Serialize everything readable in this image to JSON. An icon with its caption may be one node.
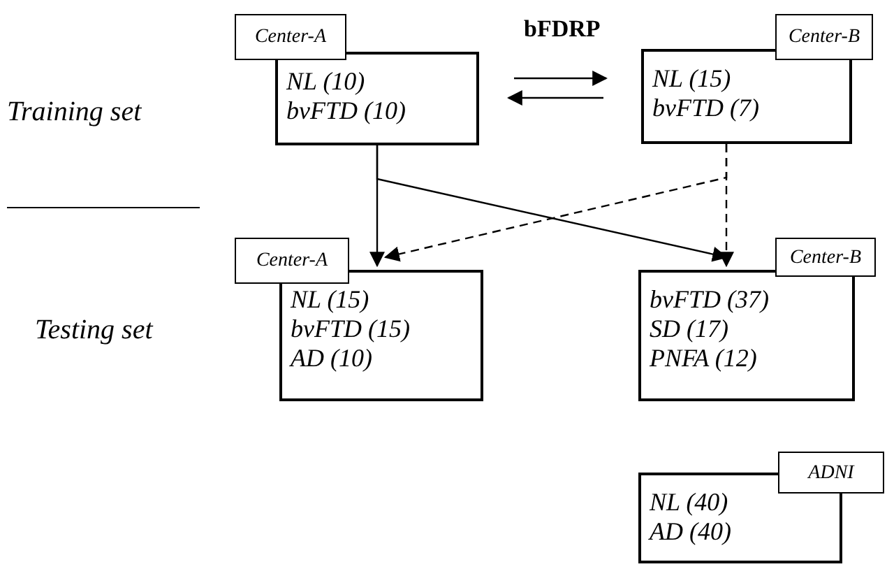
{
  "diagram": {
    "nodes": [
      {
        "text": [
          "Center-A",
          "NL (10)",
          "bvFTD (10)"
        ]
      },
      {
        "text": [
          "Center-B",
          "NL (15)",
          "bvFTD (7)"
        ]
      },
      {
        "text": [
          "Center-A",
          "NL (15)",
          "bvFTD (15)",
          "AD (10)"
        ]
      },
      {
        "text": [
          "Center-B",
          "bvFTD (37)",
          "SD (17)",
          "PNFA (12)"
        ]
      },
      {
        "text": [
          "ADNI",
          "NL (40)",
          "AD (40)"
        ]
      }
    ],
    "edges": [
      {
        "from": 0,
        "to": 1,
        "arrow": "to",
        "label": "bFDRP"
      },
      {
        "from": 1,
        "to": 0,
        "arrow": "to"
      },
      {
        "from": 0,
        "to": 2,
        "arrow": "to"
      },
      {
        "from": 0,
        "to": 3,
        "arrow": "to"
      },
      {
        "from": 1,
        "to": 2,
        "arrow": "to",
        "style": "dashed"
      },
      {
        "from": 1,
        "to": 3,
        "arrow": "to",
        "style": "dashed"
      }
    ],
    "labels": [
      "Training set",
      "Testing set"
    ]
  }
}
